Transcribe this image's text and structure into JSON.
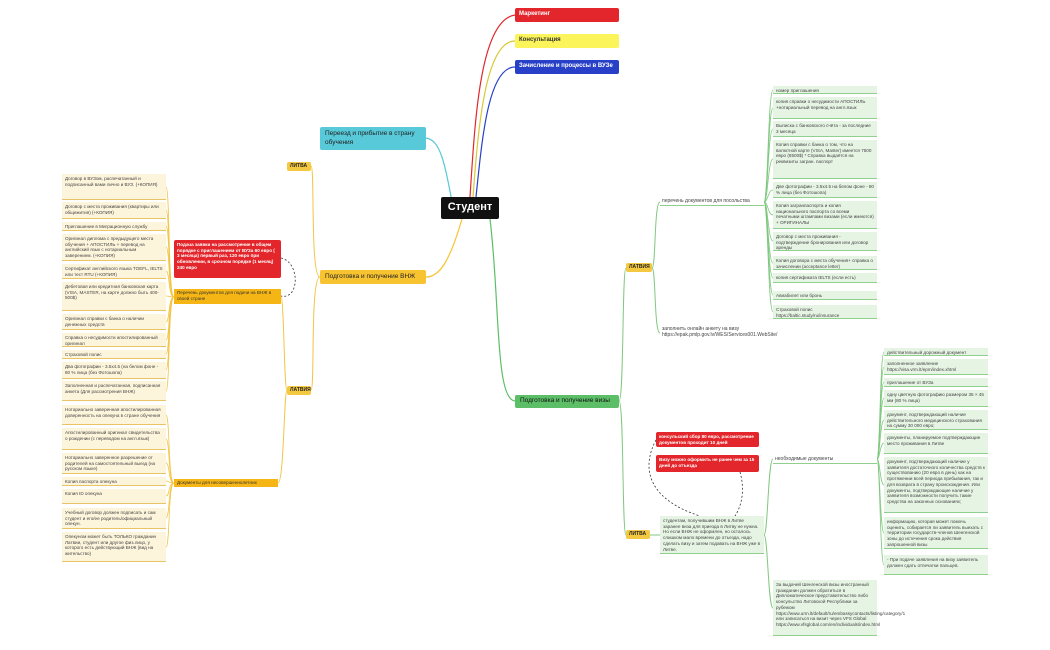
{
  "root": "Студент",
  "top": {
    "marketing": "Маркетинг",
    "consultation": "Консультация",
    "enrollment": "Зачисление и процессы в ВУЗе"
  },
  "branches": {
    "relocation": "Переезд и прибытие в страну обучения",
    "residence": "Подготовка и получение ВНЖ",
    "visa": "Подготовка и получение визы"
  },
  "residence": {
    "lithuania_label": "ЛИТВА",
    "latvia_label": "ЛАТВИЯ",
    "red_note": "Подача заявки на рассмотрение в общем порядке с приглашением от ВУЗа 60 евро ( 3 месяца) первый раз, 120 евро при обновлении, в срочном порядке (1 месяц) 240 евро",
    "docs_header": "Перечень документов для подачи на ВНЖ в своей стране",
    "minor_header": "Документы для несовершеннолетних",
    "docs": [
      "Договор в ВУЗом, распечатанный и подписанный вами лично и ВУЗ. (+КОПИЯ)",
      "Договор с места проживания (квартиры или общежития) (+КОПИЯ)",
      "Приглашение в Миграционную службу",
      "Оригинал диплома с предыдущего места обучения + АПОСТИЛЬ + перевод на английский язык с нотариальным заверением. (+КОПИЯ)",
      "Сертификат английского языка TOEFL, IELTS или тест RTU (+КОПИЯ)",
      "Дебетовая или кредитная банковская карта\n (VISA, MASTER, на карте должно быть 400-500$)",
      "Оригинал справки с банка о наличии денежных средств",
      "Справка о несудимости апостилированный оригинал",
      "Страховой полис",
      "Два фотографии - 3.5х4.5 (на белом фоне - 80 % лица (без Фотошопа)",
      "Заполненная и распечатанная, подписанная анкета (Для рассмотрения ВНЖ)"
    ],
    "minor_docs": [
      "Нотариально заверенная апостилированная доверенность на опекуна в стране обучения",
      "Апостилированный оригинал свидетельства о рождении (с переводом на англ.язык)",
      "Нотариально заверенное разрешение от родителей на самостоятельный выезд (на русском языке)",
      "Копия паспорта опекуна",
      "Копия ID опекуна",
      "Учебный договор должен подписать и сам студент и его/ее родитель/официальный опекун.",
      "Опекуном может быть ТОЛЬКО гражданин Латвии, студент или другое физ.лицо, у которого есть действующий ВНЖ (вид на жительство)"
    ]
  },
  "visa": {
    "latvia_label": "ЛАТВИЯ",
    "lithuania_label": "ЛИТВА",
    "latvia_docs_header": "перечень документов для посольства",
    "latvia_online": "заполнить онлайн анкету на визу https://epak.pmlp.gov.lv/WES/Services001.WebSite/",
    "latvia_docs": [
      "номер приглашения",
      "копия справки о несудимости АПОСТИЛЬ +нотариальный перевод на англ.язык",
      "Выписка с банковского счёта - за последние 3 месяца",
      "Копия справки с банка о том, что на валютной карте (VISA, Master) имеется 7500 евро (8500$)\n   * Справка выдаётся на  реквизиты загран. паспорт",
      "Две фотографии - 3.5х4.5 на белом фоне - 80 % лица (без Фотошопа)",
      "Копия загранпаспорта и копия национального паспорта со всеми печатными штампами визами (если имеются) + ОРИГИНАЛЫ",
      "Договор с места проживания - подтверждение бронирования или договор аренды",
      "Копия договора с места обучения+ справка о зачислении (acceptance letter)",
      "копия сертификата IELTS (если есть)",
      "Авиабилет или бронь",
      "Страховой полис https://baltic.study/ru/insurance"
    ],
    "lithuania_red1": "консульский сбор 80 евро, рассмотрение документов проходит 10 дней",
    "lithuania_red2": "Визу можно оформить не ранее чем за 15 дней до отъезда",
    "lithuania_main": "студентам, получившим ВНЖ в Литве заранее виза для приезда в Литву не нужна. Но если ВНЖ не оформлен, но осталось слишком мало времени до отъезда, надо сделать визу и затем подавать на ВНЖ уже в Литве.",
    "lithuania_docs_header": "необходимые документы",
    "lithuania_docs": [
      "действительный дорожный документ",
      "заполненное заявление https://visa.vrm.lt/epm/index.xhtml",
      "приглашение от ВУЗа",
      "одну цветную фотографию размером 35 × 45 мм (80 % лица)",
      "документ, подтверждающий наличие действительного медицинского страхования на сумму 30 000 евро;",
      "документы, планируемое подтверждающие место проживания в Литве",
      "документ, подтверждающий наличие у заявителя достаточного количества средств к существованию (20 евро в день) как на протяжении всей периода пребывания, так и для возврата в страну происхождения. Или документы, подтверждающие наличие у заявителя возможности получить такие средства на законных основаниях;",
      "информацию, которая может помочь оценить, собирается ли заявитель выехать с территории государств-членов Шенгенской зоны до истечения срока действия запрошенной визы",
      "- При подаче заявления на визу заявитель должен сдать отпечатки пальцев."
    ],
    "lithuania_schengen": "За выдачей Шенгенской визы иностранный гражданин должен обратиться в Дипломатическое представительство либо консульство Литовской Республики за рубежом https://www.urm.lt/default/ru/embassycontacts/listing/category/1 или записаться на визит через VFS Global https://www.vfsglobal.com/en/individuals/index.html"
  },
  "colors": {
    "root": "#111111",
    "marketing": "#e3262b",
    "consultation": "#fbf45a",
    "enrollment": "#2740c7",
    "relocation": "#58c9d8",
    "residence": "#f7c331",
    "visa": "#5cbf68"
  }
}
